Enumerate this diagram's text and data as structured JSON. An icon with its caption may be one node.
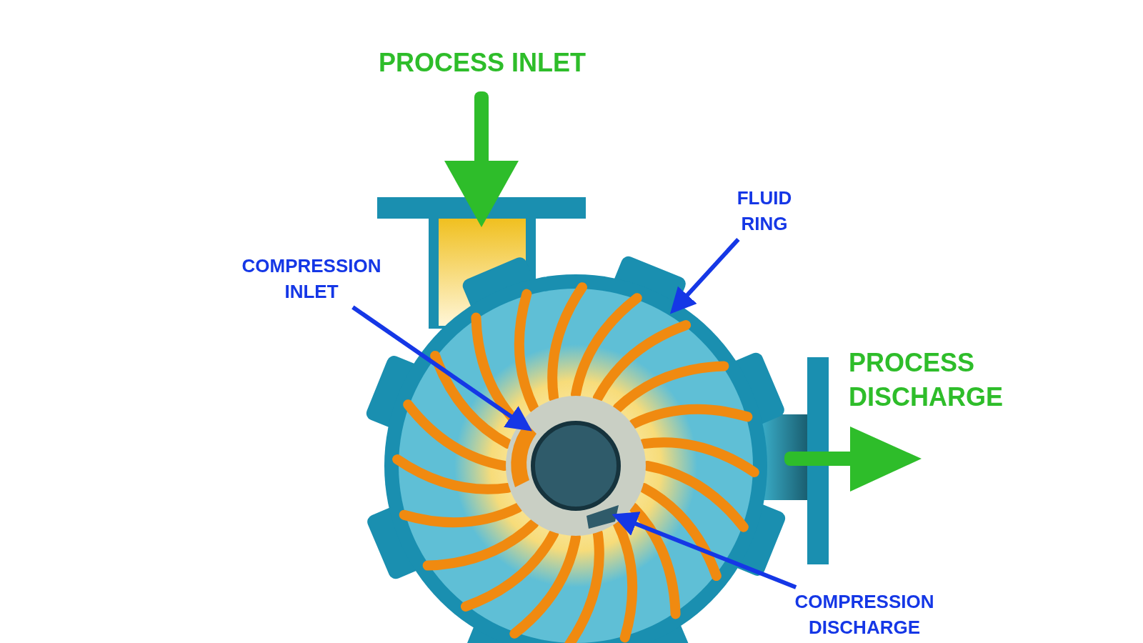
{
  "diagram": {
    "nodes": [
      {
        "text": [
          "COMPRESSION INLET"
        ]
      },
      {
        "text": [
          "FLUID RING"
        ]
      },
      {
        "text": [
          "COMPRESSION DISCHARGE"
        ]
      }
    ],
    "edges": [
      {
        "from": 0,
        "to": null,
        "arrow": "to"
      },
      {
        "from": 1,
        "to": null,
        "arrow": "to"
      },
      {
        "from": 2,
        "to": null,
        "arrow": "to"
      }
    ],
    "labels": [
      "PROCESS INLET",
      "PROCESS DISCHARGE"
    ]
  }
}
